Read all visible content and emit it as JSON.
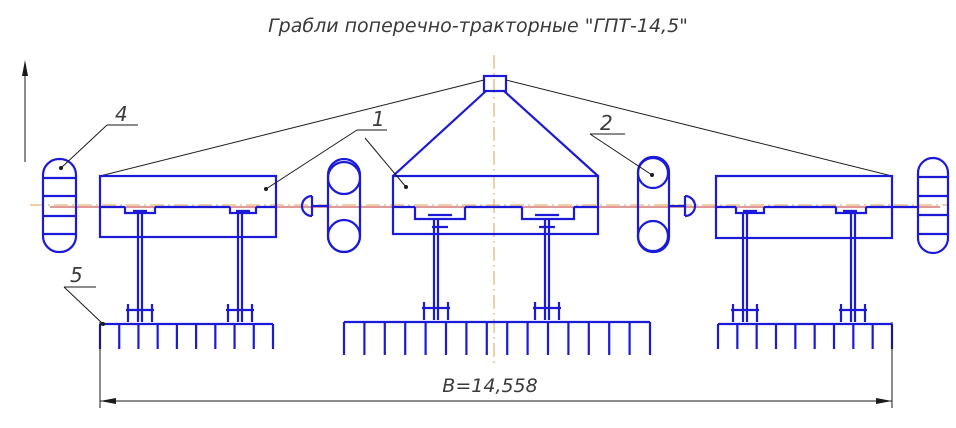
{
  "title": "Грабли поперечно-тракторные \"ГПТ-14,5\"",
  "callouts": [
    "1",
    "2",
    "4",
    "5"
  ],
  "dimension": "B=14,558",
  "colors": {
    "lines": "#1a1ad8",
    "axis": "#e0a050",
    "frame": "#c03030",
    "text": "#3a3a3a"
  }
}
